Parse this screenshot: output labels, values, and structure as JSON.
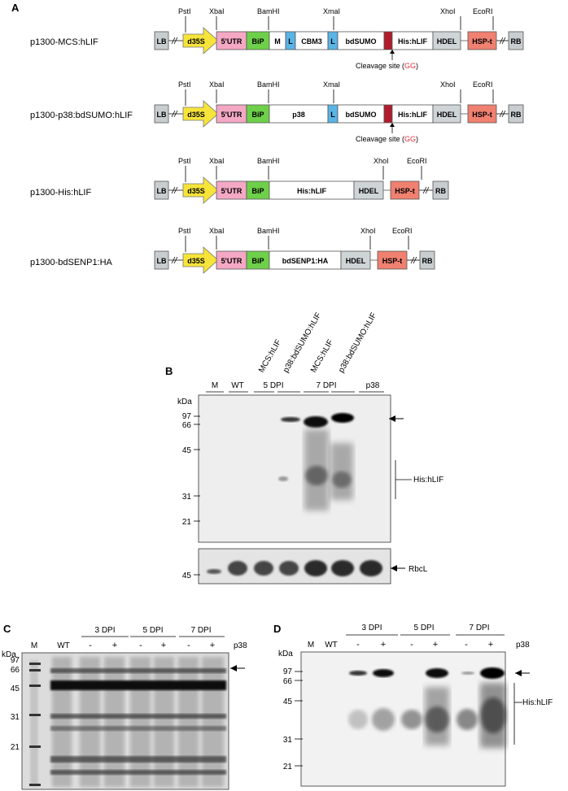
{
  "panel_labels": {
    "a": "A",
    "b": "B",
    "c": "C",
    "d": "D"
  },
  "colors": {
    "lb_rb": "#c8cdd0",
    "promoter": "#f6e43a",
    "utr": "#f4a8c4",
    "bip": "#6ed04a",
    "linker": "#5ab4e6",
    "cleavage": "#b01c2a",
    "hdel": "#cfd4d6",
    "hsp": "#f08070",
    "module": "#ffffff",
    "gg": "#e03040",
    "blot_bg": "#eeeeee"
  },
  "panel_a": {
    "constructs": [
      {
        "name": "p1300-MCS:hLIF",
        "sites": {
          "pst": "PstI",
          "xba": "XbaI",
          "bam": "BamHI",
          "xma": "XmaI",
          "xho": "XhoI",
          "eco": "EcoRI"
        },
        "parts": {
          "lb": "LB",
          "promoter": "d35S",
          "utr": "5'UTR",
          "bip": "BiP",
          "m": "M",
          "l1": "L",
          "cbm": "CBM3",
          "l2": "L",
          "sumo": "bdSUMO",
          "target": "His:hLIF",
          "hdel": "HDEL",
          "hsp": "HSP-t",
          "rb": "RB"
        },
        "cleavage": {
          "prefix": "Cleavage site (",
          "gg": "GG",
          "suffix": ")"
        }
      },
      {
        "name": "p1300-p38:bdSUMO:hLIF",
        "sites": {
          "pst": "PstI",
          "xba": "XbaI",
          "bam": "BamHI",
          "xma": "XmaI",
          "xho": "XhoI",
          "eco": "EcoRI"
        },
        "parts": {
          "lb": "LB",
          "promoter": "d35S",
          "utr": "5'UTR",
          "bip": "BiP",
          "p38": "p38",
          "l": "L",
          "sumo": "bdSUMO",
          "target": "His:hLIF",
          "hdel": "HDEL",
          "hsp": "HSP-t",
          "rb": "RB"
        },
        "cleavage": {
          "prefix": "Cleavage site (",
          "gg": "GG",
          "suffix": ")"
        }
      },
      {
        "name": "p1300-His:hLIF",
        "sites": {
          "pst": "PstI",
          "xba": "XbaI",
          "bam": "BamHI",
          "xho": "XhoI",
          "eco": "EcoRI"
        },
        "parts": {
          "lb": "LB",
          "promoter": "d35S",
          "utr": "5'UTR",
          "bip": "BiP",
          "target": "His:hLIF",
          "hdel": "HDEL",
          "hsp": "HSP-t",
          "rb": "RB"
        }
      },
      {
        "name": "p1300-bdSENP1:HA",
        "sites": {
          "pst": "PstI",
          "xba": "XbaI",
          "bam": "BamHI",
          "xho": "XhoI",
          "eco": "EcoRI"
        },
        "parts": {
          "lb": "LB",
          "promoter": "d35S",
          "utr": "5'UTR",
          "bip": "BiP",
          "target": "bdSENP1:HA",
          "hdel": "HDEL",
          "hsp": "HSP-t",
          "rb": "RB"
        }
      }
    ]
  },
  "panel_b": {
    "lane_labels": [
      "MCS:hLIF",
      "p38:bdSUMO:hLIF",
      "MCS:hLIF",
      "p38:bdSUMO:hLIF"
    ],
    "groups": {
      "m": "M",
      "wt": "WT",
      "dpi5": "5 DPI",
      "dpi7": "7 DPI",
      "p38": "p38"
    },
    "kda": "kDa",
    "markers": [
      "97",
      "66",
      "45",
      "31",
      "21"
    ],
    "loading_marker": "45",
    "annotations": {
      "band": "His:hLIF",
      "loading": "RbcL"
    }
  },
  "panel_c": {
    "kda": "kDa",
    "markers": [
      "97",
      "66",
      "45",
      "31",
      "21"
    ],
    "lanes": {
      "m": "M",
      "wt": "WT"
    },
    "groups": [
      "3 DPI",
      "5 DPI",
      "7 DPI"
    ],
    "signs": [
      "-",
      "+",
      "-",
      "+",
      "-",
      "+"
    ],
    "condition": "p38"
  },
  "panel_d": {
    "kda": "kDa",
    "markers": [
      "97",
      "66",
      "45",
      "31",
      "21"
    ],
    "lanes": {
      "m": "M",
      "wt": "WT"
    },
    "groups": [
      "3 DPI",
      "5 DPI",
      "7 DPI"
    ],
    "signs": [
      "-",
      "+",
      "-",
      "+",
      "-",
      "+"
    ],
    "condition": "p38",
    "annotation": "His:hLIF"
  }
}
